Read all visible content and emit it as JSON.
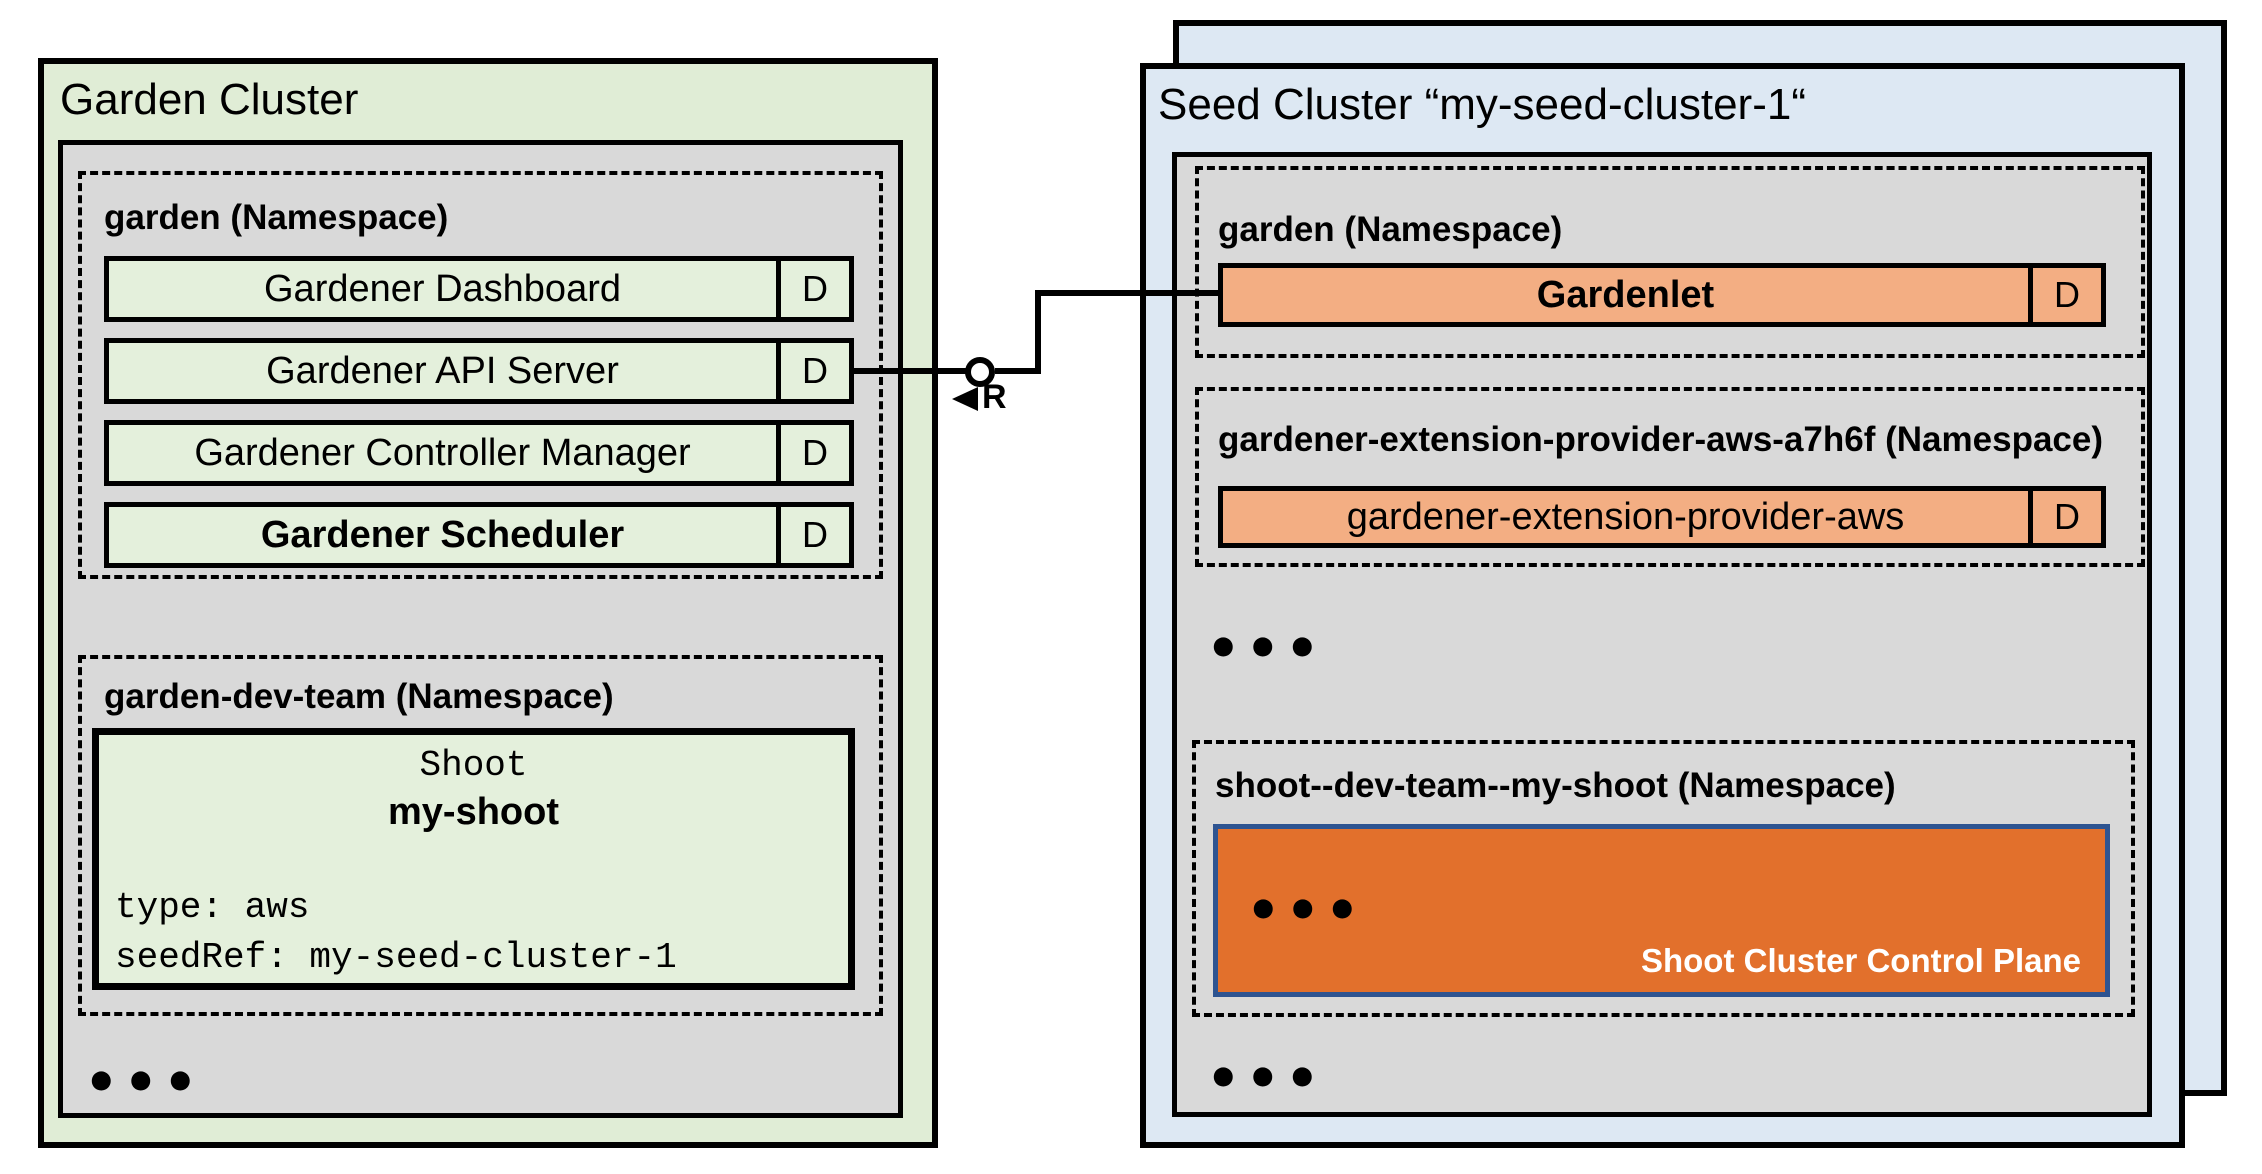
{
  "palette": {
    "card_green": "#e0edd6",
    "row_green": "#e4f0dc",
    "gray": "#d9d9d9",
    "card_blue": "#dde8f3",
    "light_orange": "#f3ae83",
    "dark_orange": "#e2702c",
    "navy_border": "#2e5491",
    "black": "#000000",
    "white": "#ffffff"
  },
  "garden_cluster": {
    "title": "Garden Cluster",
    "garden_namespace": {
      "label": "garden (Namespace)",
      "components": [
        {
          "label": "Gardener Dashboard",
          "badge": "D"
        },
        {
          "label": "Gardener API Server",
          "badge": "D"
        },
        {
          "label": "Gardener Controller Manager",
          "badge": "D"
        },
        {
          "label": "Gardener Scheduler",
          "badge": "D"
        }
      ]
    },
    "dev_namespace": {
      "label": "garden-dev-team (Namespace)",
      "shoot": {
        "kind": "Shoot",
        "name": "my-shoot",
        "spec": "type: aws\nseedRef: my-seed-cluster-1"
      }
    },
    "ellipsis": "•••"
  },
  "seed_cluster": {
    "title": "Seed Cluster “my-seed-cluster-1“",
    "garden_namespace": {
      "label": "garden (Namespace)",
      "components": [
        {
          "label": "Gardenlet",
          "badge": "D"
        }
      ]
    },
    "extension_namespace": {
      "label": "gardener-extension-provider-aws-a7h6f (Namespace)",
      "components": [
        {
          "label": "gardener-extension-provider-aws",
          "badge": "D"
        }
      ]
    },
    "ellipsis_mid": "•••",
    "shoot_namespace": {
      "label": "shoot--dev-team--my-shoot (Namespace)",
      "control_plane": {
        "ellipsis": "•••",
        "label": "Shoot Cluster Control Plane"
      }
    },
    "ellipsis_bottom": "•••"
  },
  "connector": {
    "label": "R"
  }
}
